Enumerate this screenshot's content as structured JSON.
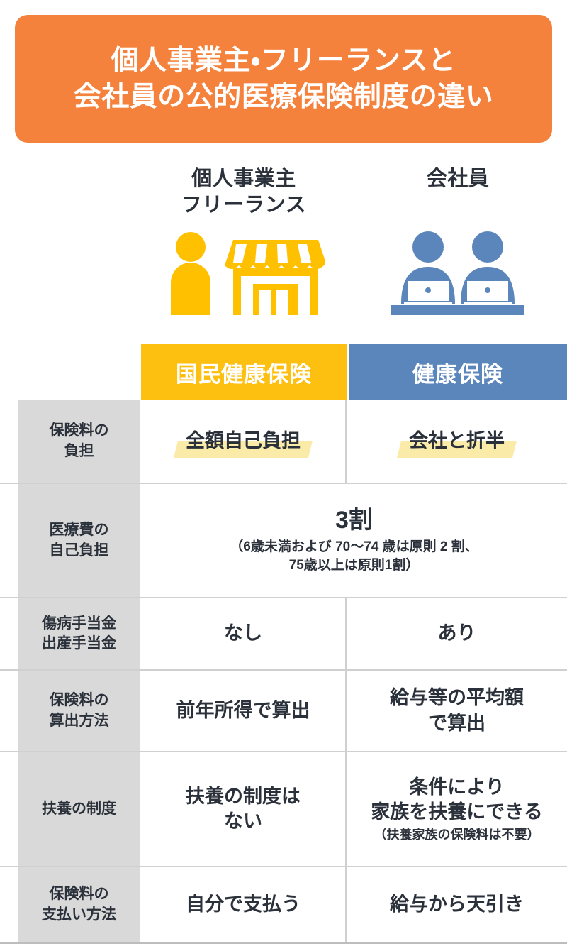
{
  "title": {
    "line1": "個人事業主・フリーランスと",
    "line2": "会社員の公的医療保険制度の違い"
  },
  "colors": {
    "banner_orange": "#F5823C",
    "header_yellow": "#FDBF10",
    "header_blue": "#5B86BC",
    "icon_yellow": "#FFC000",
    "icon_blue": "#5B86BC",
    "label_gray": "#D9D9D9",
    "highlight_yellow": "#FAEBA8",
    "text_dark": "#2b313a"
  },
  "personas": [
    {
      "label_line1": "個人事業主",
      "label_line2": "フリーランス",
      "icon": "person-and-shop-icon"
    },
    {
      "label_line1": "会社員",
      "label_line2": "",
      "icon": "two-office-workers-icon"
    }
  ],
  "table": {
    "column_headers": [
      {
        "label": "国民健康保険"
      },
      {
        "label": "健康保険"
      }
    ],
    "rows": [
      {
        "label_line1": "保険料の",
        "label_line2": "負担",
        "span": false,
        "highlight": true,
        "left": {
          "main": "全額自己負担"
        },
        "right": {
          "main": "会社と折半"
        }
      },
      {
        "label_line1": "医療費の",
        "label_line2": "自己負担",
        "span": true,
        "highlight": false,
        "span_cell": {
          "main": "3割",
          "sub_line1": "（6歳未満および 70〜74 歳は原則 2 割、",
          "sub_line2": "75歳以上は原則1割）"
        }
      },
      {
        "label_line1": "傷病手当金",
        "label_line2": "出産手当金",
        "span": false,
        "highlight": false,
        "left": {
          "main": "なし"
        },
        "right": {
          "main": "あり"
        }
      },
      {
        "label_line1": "保険料の",
        "label_line2": "算出方法",
        "span": false,
        "highlight": false,
        "left": {
          "main": "前年所得で算出"
        },
        "right": {
          "main_line1": "給与等の平均額",
          "main_line2": "で算出"
        }
      },
      {
        "label_line1": "扶養の制度",
        "label_line2": "",
        "span": false,
        "highlight": false,
        "left": {
          "main_line1": "扶養の制度は",
          "main_line2": "ない"
        },
        "right": {
          "main_line1": "条件により",
          "main_line2": "家族を扶養にできる",
          "note": "（扶養家族の保険料は不要）"
        }
      },
      {
        "label_line1": "保険料の",
        "label_line2": "支払い方法",
        "span": false,
        "highlight": false,
        "left": {
          "main": "自分で支払う"
        },
        "right": {
          "main": "給与から天引き"
        }
      }
    ]
  }
}
